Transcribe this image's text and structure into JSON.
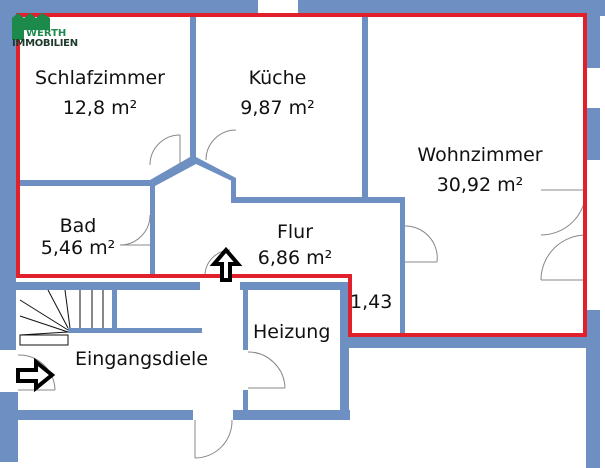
{
  "logo": {
    "line1": "WERTH",
    "line2": "IMMOBILIEN"
  },
  "rooms": [
    {
      "name": "Schlafzimmer",
      "area": "12,8 m²"
    },
    {
      "name": "Küche",
      "area": "9,87 m²"
    },
    {
      "name": "Wohnzimmer",
      "area": "30,92 m²"
    },
    {
      "name": "Bad",
      "area": "5,46 m²"
    },
    {
      "name": "Flur",
      "area": "6,86 m²"
    },
    {
      "name": "",
      "area": "1,43"
    },
    {
      "name": "Heizung",
      "area": ""
    },
    {
      "name": "Eingangsdiele",
      "area": ""
    }
  ],
  "colors": {
    "wall": "#6e8fc1",
    "highlight": "#e0202a",
    "logo": "#1c8a4a"
  }
}
